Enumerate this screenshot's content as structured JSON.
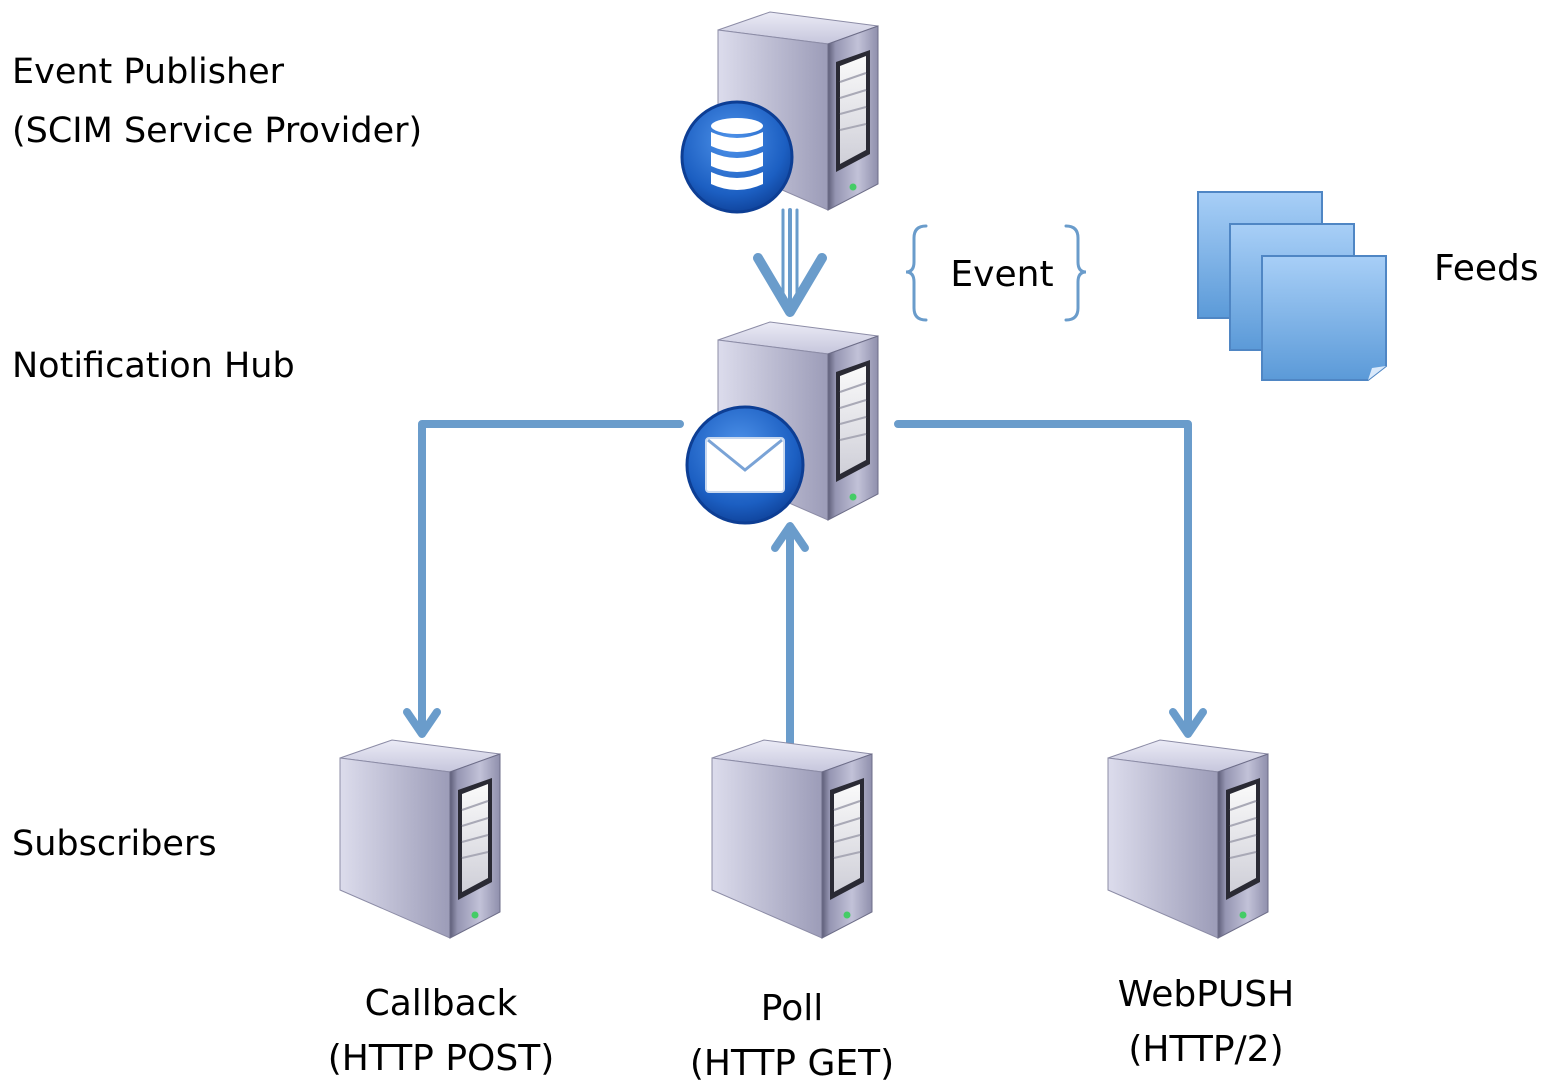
{
  "labels": {
    "publisher_line1": "Event Publisher",
    "publisher_line2": "(SCIM Service Provider)",
    "hub": "Notification Hub",
    "subscribers": "Subscribers",
    "event": "Event",
    "feeds": "Feeds"
  },
  "subscribers": [
    {
      "line1": "Callback",
      "line2": "(HTTP POST)"
    },
    {
      "line1": "Poll",
      "line2": "(HTTP GET)"
    },
    {
      "line1": "WebPUSH",
      "line2": "(HTTP/2)"
    }
  ],
  "colors": {
    "connector": "#6a9ccb",
    "server_body": "#b9b9d2",
    "badge_blue": "#1f63c6",
    "feed_blue": "#6aa6e2",
    "brace": "#6a9ccb"
  },
  "icons": {
    "publisher_badge": "database-icon",
    "hub_badge": "envelope-icon",
    "feeds": "stacked-documents-icon"
  }
}
